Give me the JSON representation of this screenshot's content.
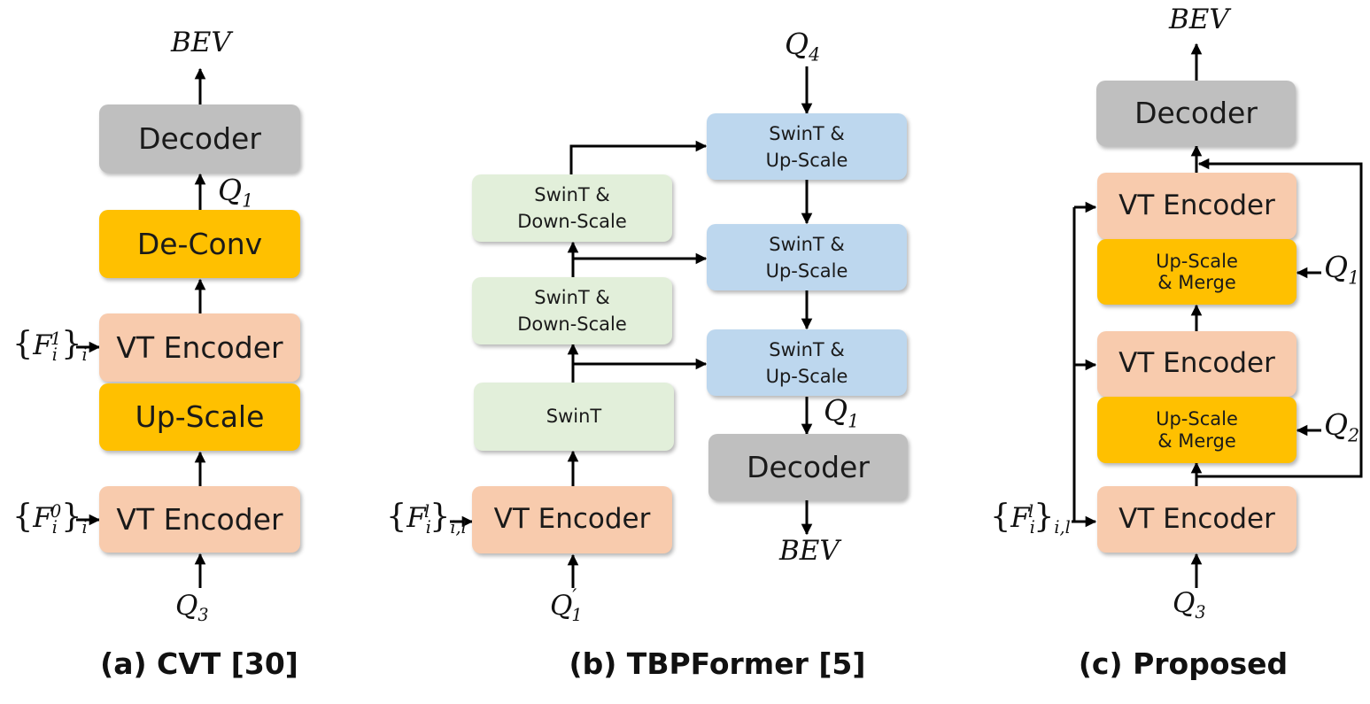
{
  "panels": {
    "a": {
      "caption": "(a) CVT [30]",
      "output": "BEV",
      "decoder": "Decoder",
      "deconv": "De-Conv",
      "vt_top": "VT Encoder",
      "upscale": "Up-Scale",
      "vt_bottom": "VT Encoder",
      "q_mid": {
        "base": "Q",
        "sub": "1"
      },
      "q_in": {
        "base": "Q",
        "sub": "3"
      },
      "f_top": {
        "base": "F",
        "sub": "i",
        "sup": "1",
        "outer_sub": "i"
      },
      "f_bottom": {
        "base": "F",
        "sub": "i",
        "sup": "0",
        "outer_sub": "i"
      }
    },
    "b": {
      "caption": "(b) TBPFormer [5]",
      "down_top": [
        "SwinT &",
        "Down-Scale"
      ],
      "down_bottom": [
        "SwinT &",
        "Down-Scale"
      ],
      "swint": "SwinT",
      "vt": "VT Encoder",
      "up1": [
        "SwinT &",
        "Up-Scale"
      ],
      "up2": [
        "SwinT &",
        "Up-Scale"
      ],
      "up3": [
        "SwinT &",
        "Up-Scale"
      ],
      "decoder": "Decoder",
      "output": "BEV",
      "q_top": {
        "base": "Q",
        "sub": "4"
      },
      "q_dec": {
        "base": "Q",
        "sub": "1"
      },
      "q_in": {
        "base": "Q",
        "prime": "′",
        "sub": "1"
      },
      "f_in": {
        "base": "F",
        "sub": "i",
        "sup": "l",
        "outer_sub": "i,l"
      }
    },
    "c": {
      "caption": "(c) Proposed",
      "output": "BEV",
      "decoder": "Decoder",
      "vt_top": "VT Encoder",
      "merge_top": [
        "Up-Scale",
        "& Merge"
      ],
      "vt_mid": "VT Encoder",
      "merge_bottom": [
        "Up-Scale",
        "& Merge"
      ],
      "vt_bottom": "VT Encoder",
      "q1": {
        "base": "Q",
        "sub": "1"
      },
      "q2": {
        "base": "Q",
        "sub": "2"
      },
      "q_in": {
        "base": "Q",
        "sub": "3"
      },
      "f_in": {
        "base": "F",
        "sub": "i",
        "sup": "l",
        "outer_sub": "i,l"
      }
    }
  }
}
